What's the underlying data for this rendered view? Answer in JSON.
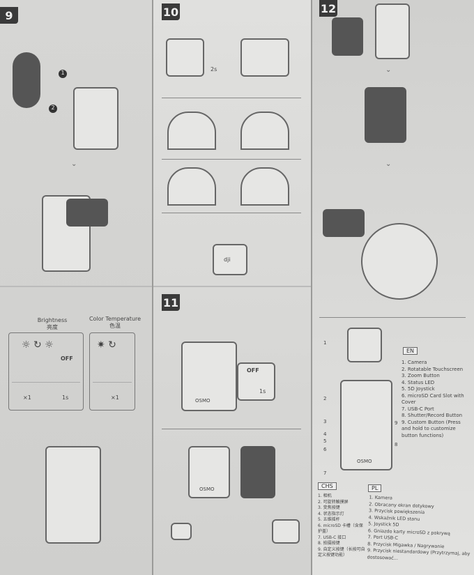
{
  "steps": {
    "s9": "9",
    "s10": "10",
    "s11": "11",
    "s12": "12"
  },
  "col1": {
    "brightness_en": "Brightness",
    "brightness_zh": "亮度",
    "color_temp_en": "Color Temperature",
    "color_temp_zh": "色温",
    "off": "OFF",
    "press1": "×1",
    "press2": "1s",
    "press3": "×1",
    "callout1": "1",
    "callout2": "2"
  },
  "col2": {
    "hold": "2s",
    "off": "OFF",
    "hold2": "1s",
    "osmo": "OSMO",
    "osmo2": "OSMO",
    "logo": "dji"
  },
  "col3": {
    "en_tag": "EN",
    "en_items": [
      "1. Camera",
      "2. Rotatable Touchscreen",
      "3. Zoom Button",
      "4. Status LED",
      "5. 5D Joystick",
      "6. microSD Card Slot with Cover",
      "7. USB-C Port",
      "8. Shutter/Record Button",
      "9. Custom Button (Press and hold to customize button functions)"
    ],
    "chs_tag": "CHS",
    "chs_items": [
      "1. 相机",
      "2. 可旋转触摸屏",
      "3. 变焦按键",
      "4. 状态指示灯",
      "5. 五维摇杆",
      "6. microSD 卡槽（含保护盖）",
      "7. USB-C 接口",
      "8. 拍摄按键",
      "9. 自定义按键（长按可自定义按键功能）"
    ],
    "pl_tag": "PL",
    "pl_items": [
      "1. Kamera",
      "2. Obracany ekran dotykowy",
      "3. Przycisk powiększenia",
      "4. Wskaźnik LED stanu",
      "5. Joystick 5D",
      "6. Gniazdo karty microSD z pokrywą",
      "7. Port USB-C",
      "8. Przycisk Migawka / Nagrywanie",
      "9. Przycisk niestandardowy (Przytrzymaj, aby dostosować..."
    ],
    "callouts": [
      "1",
      "2",
      "3",
      "4",
      "5",
      "6",
      "7",
      "8",
      "9"
    ],
    "osmo": "OSMO"
  }
}
